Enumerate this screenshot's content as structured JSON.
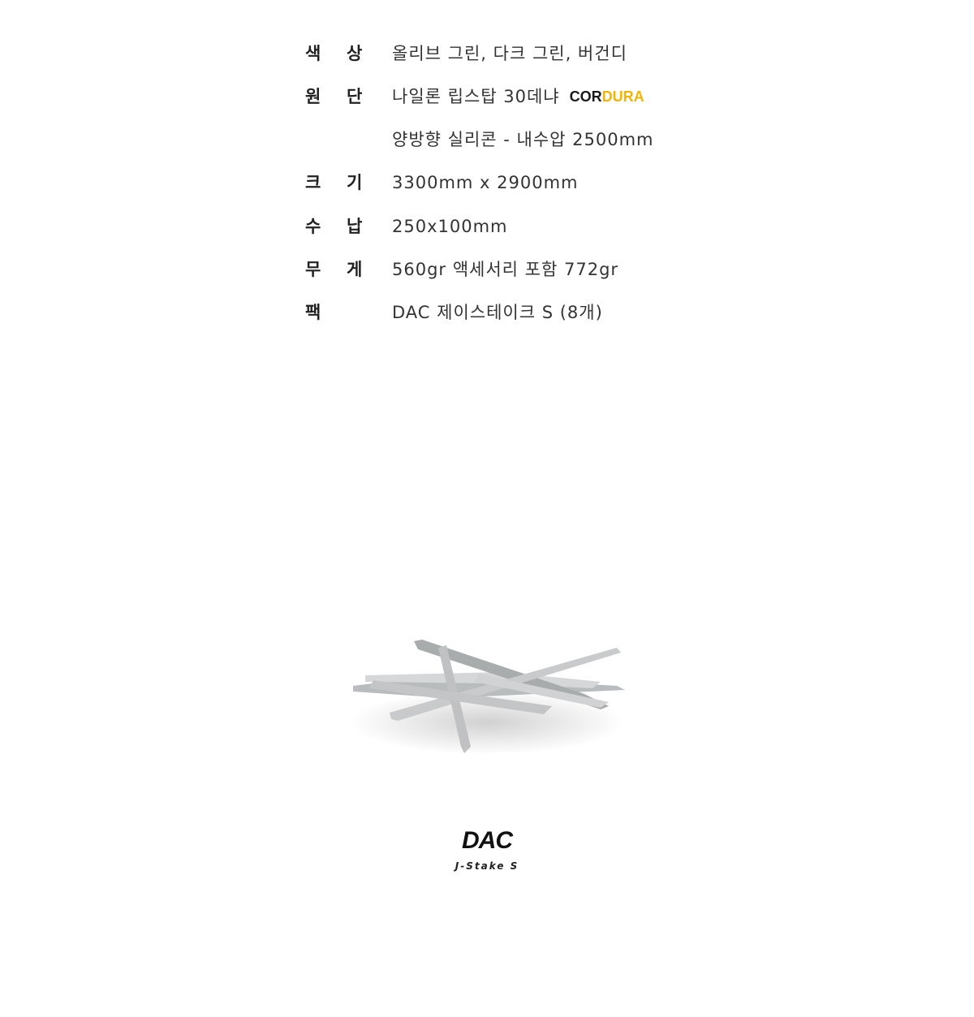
{
  "specs": [
    {
      "label1": "색",
      "label2": "상",
      "value": "올리브 그린, 다크 그린, 버건디"
    },
    {
      "label1": "원",
      "label2": "단",
      "value": "나일론 립스탑 30데냐"
    },
    {
      "label1": "",
      "label2": "",
      "value": "양방향 실리콘 - 내수압 2500mm"
    },
    {
      "label1": "크",
      "label2": "기",
      "value": "3300mm x 2900mm"
    },
    {
      "label1": "수",
      "label2": "납",
      "value": "250x100mm"
    },
    {
      "label1": "무",
      "label2": "게",
      "value": "560gr 액세서리 포함 772gr"
    },
    {
      "label1": "팩",
      "label2": "",
      "value": "DAC 제이스테이크 S (8개)"
    }
  ],
  "cordura_logo": {
    "part1": "COR",
    "part2": "DURA",
    "colors": {
      "dark": "#1a1a1a",
      "accent": "#f4b400"
    }
  },
  "product": {
    "brand": "DAC",
    "model": "J-Stake S"
  }
}
